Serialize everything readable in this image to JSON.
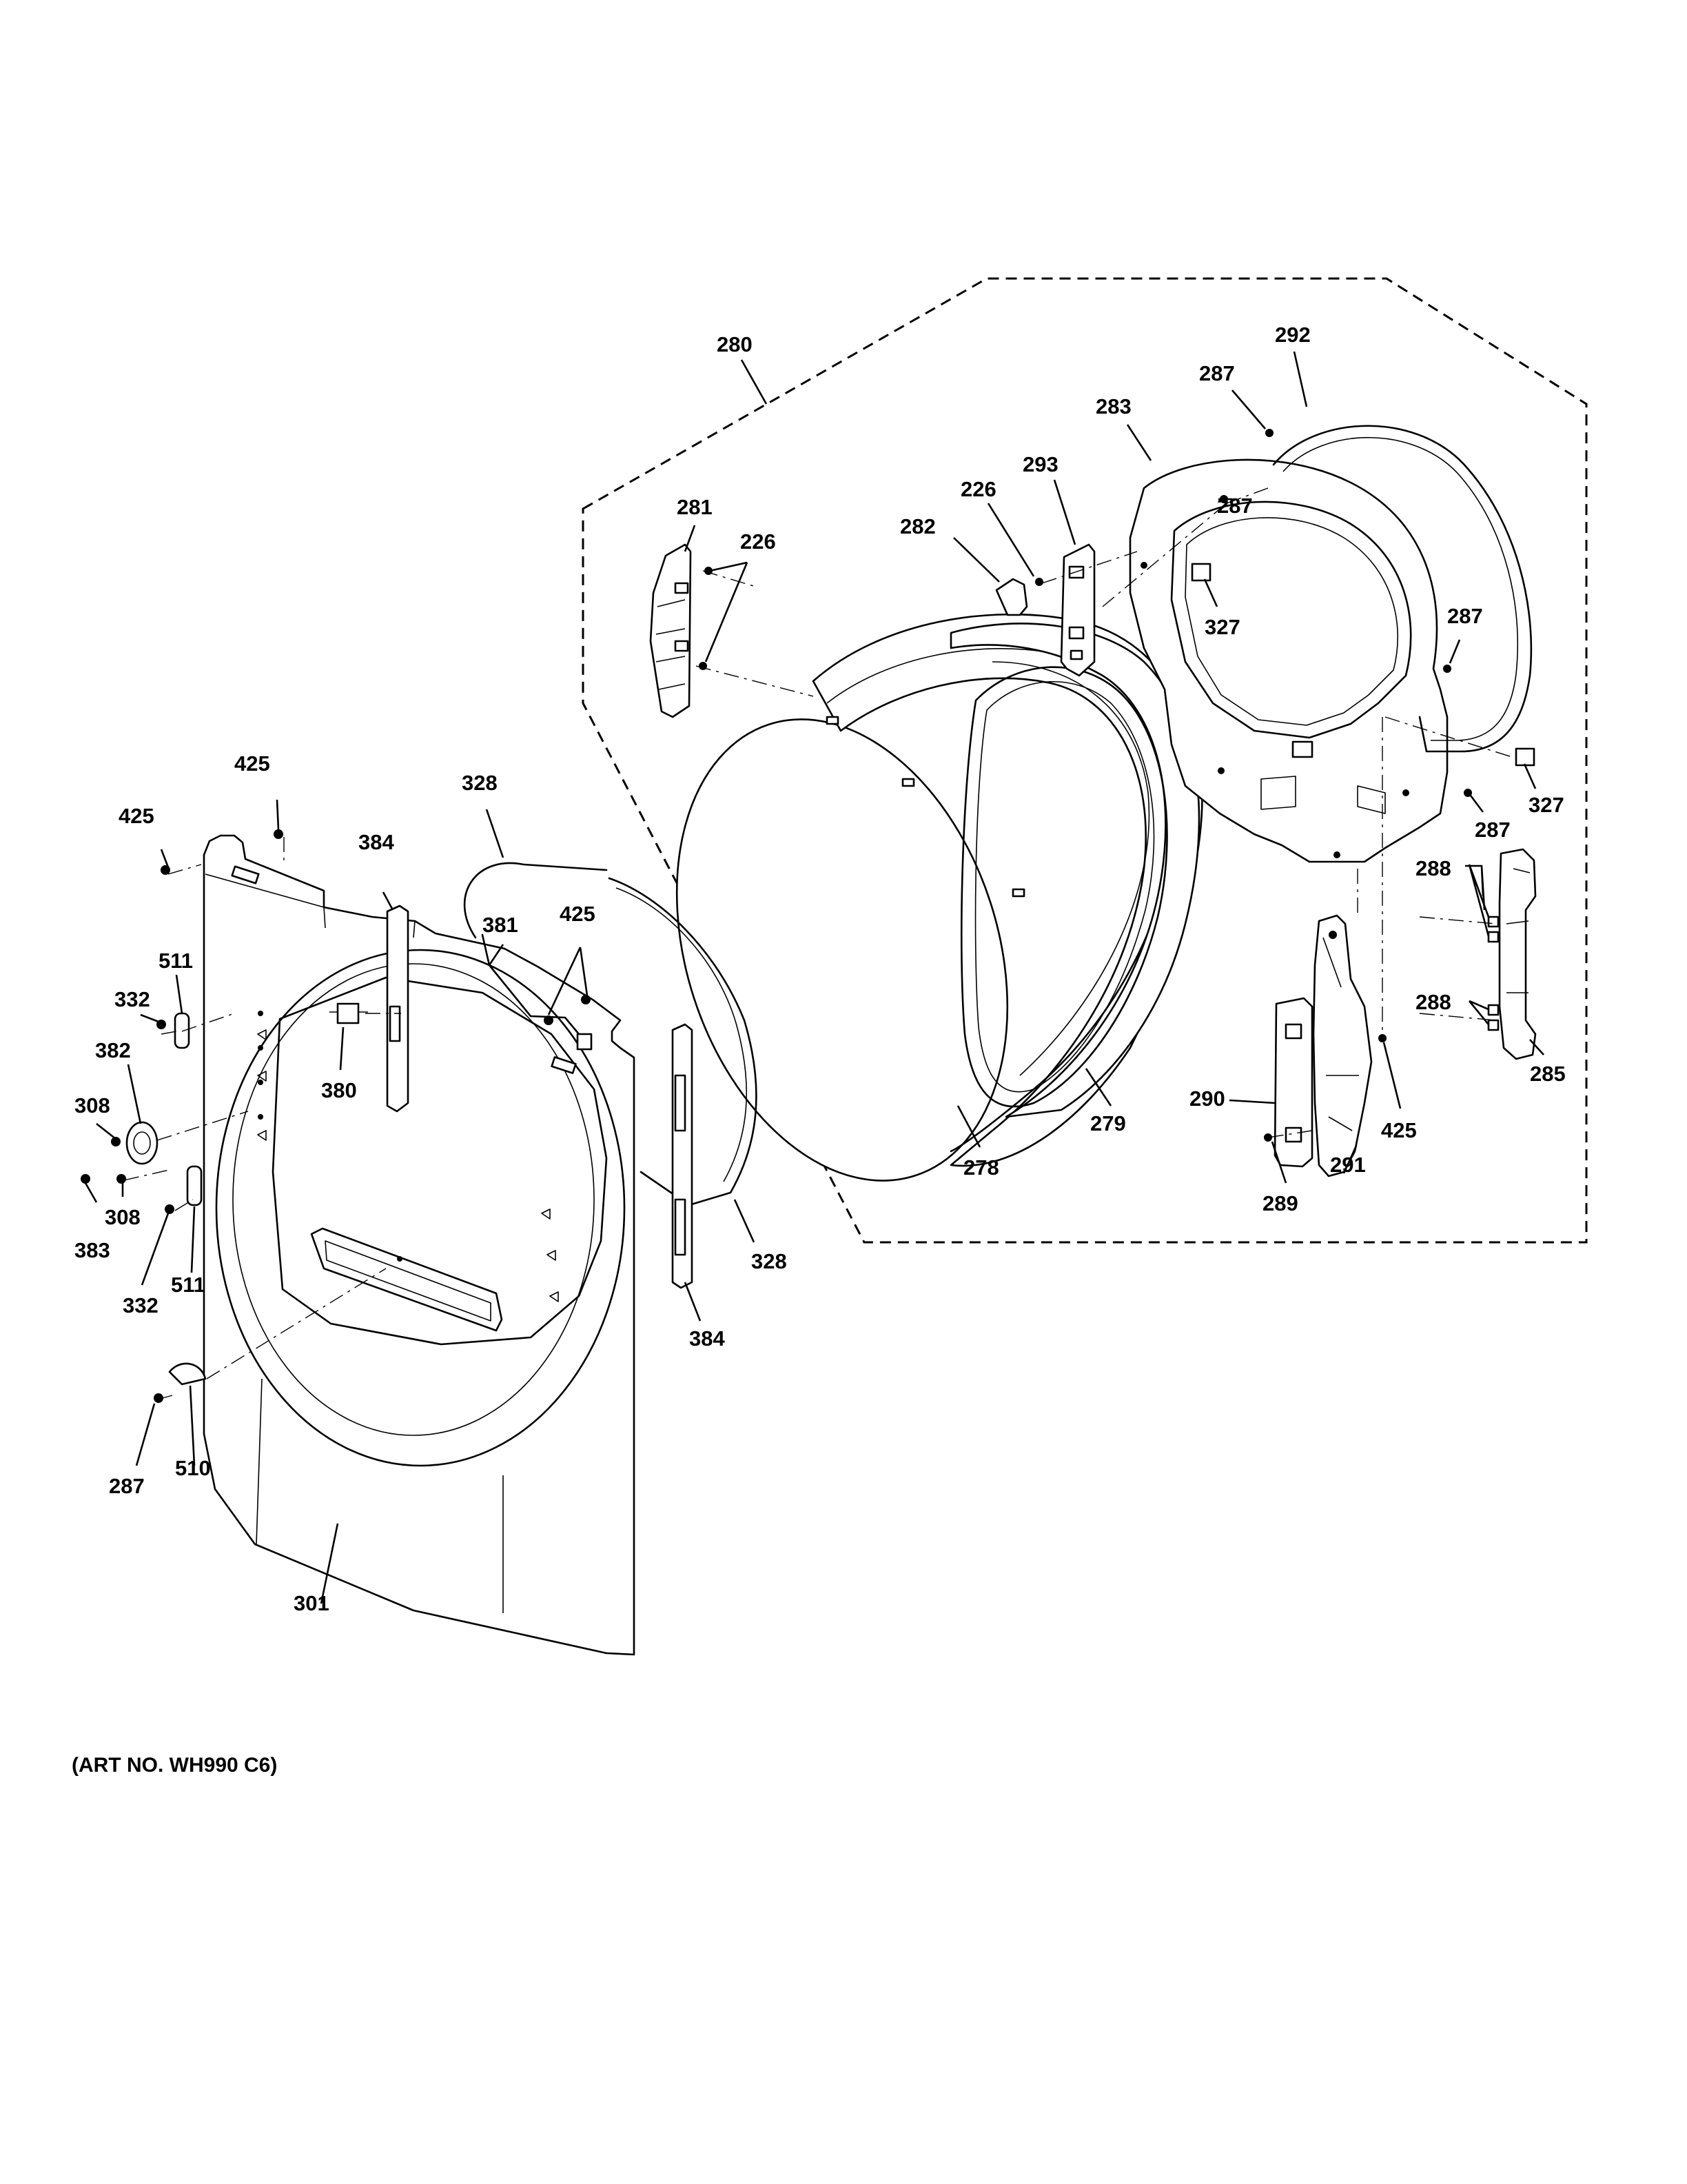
{
  "art_note": "(ART NO. WH990 C6)",
  "callouts": [
    {
      "id": "c-280",
      "text": "280"
    },
    {
      "id": "c-281",
      "text": "281"
    },
    {
      "id": "c-226a",
      "text": "226"
    },
    {
      "id": "c-282",
      "text": "282"
    },
    {
      "id": "c-226b",
      "text": "226"
    },
    {
      "id": "c-293",
      "text": "293"
    },
    {
      "id": "c-283",
      "text": "283"
    },
    {
      "id": "c-287a",
      "text": "287"
    },
    {
      "id": "c-292",
      "text": "292"
    },
    {
      "id": "c-287b",
      "text": "287"
    },
    {
      "id": "c-327a",
      "text": "327"
    },
    {
      "id": "c-287c",
      "text": "287"
    },
    {
      "id": "c-327b",
      "text": "327"
    },
    {
      "id": "c-287d",
      "text": "287"
    },
    {
      "id": "c-288a",
      "text": "288"
    },
    {
      "id": "c-288b",
      "text": "288"
    },
    {
      "id": "c-285",
      "text": "285"
    },
    {
      "id": "c-290",
      "text": "290"
    },
    {
      "id": "c-425d",
      "text": "425"
    },
    {
      "id": "c-291",
      "text": "291"
    },
    {
      "id": "c-289",
      "text": "289"
    },
    {
      "id": "c-279",
      "text": "279"
    },
    {
      "id": "c-278",
      "text": "278"
    },
    {
      "id": "c-425a",
      "text": "425"
    },
    {
      "id": "c-425b",
      "text": "425"
    },
    {
      "id": "c-328a",
      "text": "328"
    },
    {
      "id": "c-384a",
      "text": "384"
    },
    {
      "id": "c-381",
      "text": "381"
    },
    {
      "id": "c-425c",
      "text": "425"
    },
    {
      "id": "c-511a",
      "text": "511"
    },
    {
      "id": "c-332a",
      "text": "332"
    },
    {
      "id": "c-382",
      "text": "382"
    },
    {
      "id": "c-308a",
      "text": "308"
    },
    {
      "id": "c-380",
      "text": "380"
    },
    {
      "id": "c-308b",
      "text": "308"
    },
    {
      "id": "c-383",
      "text": "383"
    },
    {
      "id": "c-332b",
      "text": "332"
    },
    {
      "id": "c-511b",
      "text": "511"
    },
    {
      "id": "c-328b",
      "text": "328"
    },
    {
      "id": "c-384b",
      "text": "384"
    },
    {
      "id": "c-287e",
      "text": "287"
    },
    {
      "id": "c-510",
      "text": "510"
    },
    {
      "id": "c-301",
      "text": "301"
    }
  ]
}
